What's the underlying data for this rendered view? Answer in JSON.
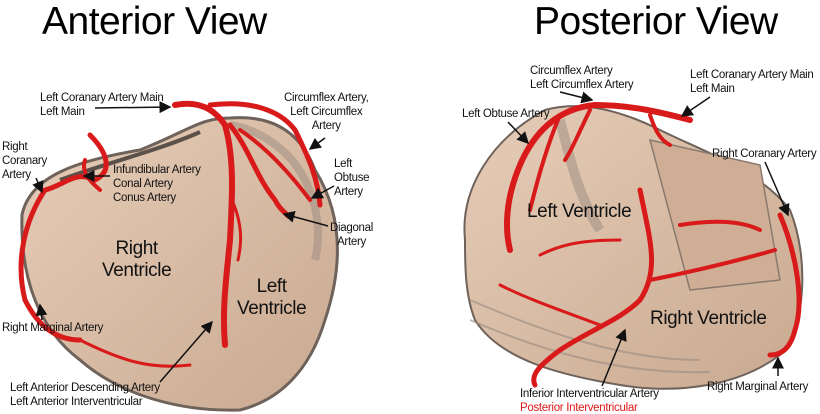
{
  "anterior": {
    "title": "Anterior View",
    "labels": {
      "lcam": [
        "Left Coranary Artery Main",
        "Left Main"
      ],
      "circumflex": [
        "Circumflex Artery,",
        "Left Circumflex",
        "Artery"
      ],
      "rca": [
        "Right",
        "Coranary",
        "Artery"
      ],
      "infundibular": [
        "Infundibular Artery",
        "Conal Artery",
        "Conus Artery"
      ],
      "obtuse": [
        "Left",
        "Obtuse",
        "Artery"
      ],
      "diagonal": [
        "Diagonal",
        "Artery"
      ],
      "right_ventricle": [
        "Right",
        "Ventricle"
      ],
      "left_ventricle": [
        "Left",
        "Ventricle"
      ],
      "right_marginal": "Right Marginal Artery",
      "lad": [
        "Left Anterior Descending Artery",
        "Left Anterior Interventricular"
      ]
    }
  },
  "posterior": {
    "title": "Posterior View",
    "labels": {
      "circumflex": [
        "Circumflex Artery",
        "Left Circumflex Artery"
      ],
      "lcam": [
        "Left Coranary Artery Main",
        "Left Main"
      ],
      "obtuse": "Left Obtuse Artery",
      "rca": "Right Coranary Artery",
      "left_ventricle": "Left Ventricle",
      "right_ventricle": "Right Ventricle",
      "inferior": [
        "Inferior Interventricular Artery",
        "Posterior Interventricular"
      ],
      "right_marginal": "Right Marginal Artery"
    }
  },
  "colors": {
    "tissue": "#dcbfa8",
    "tissue_shadow": "#8a7a6e",
    "artery": "#d81a1a",
    "highlight_text": "#e01818"
  }
}
